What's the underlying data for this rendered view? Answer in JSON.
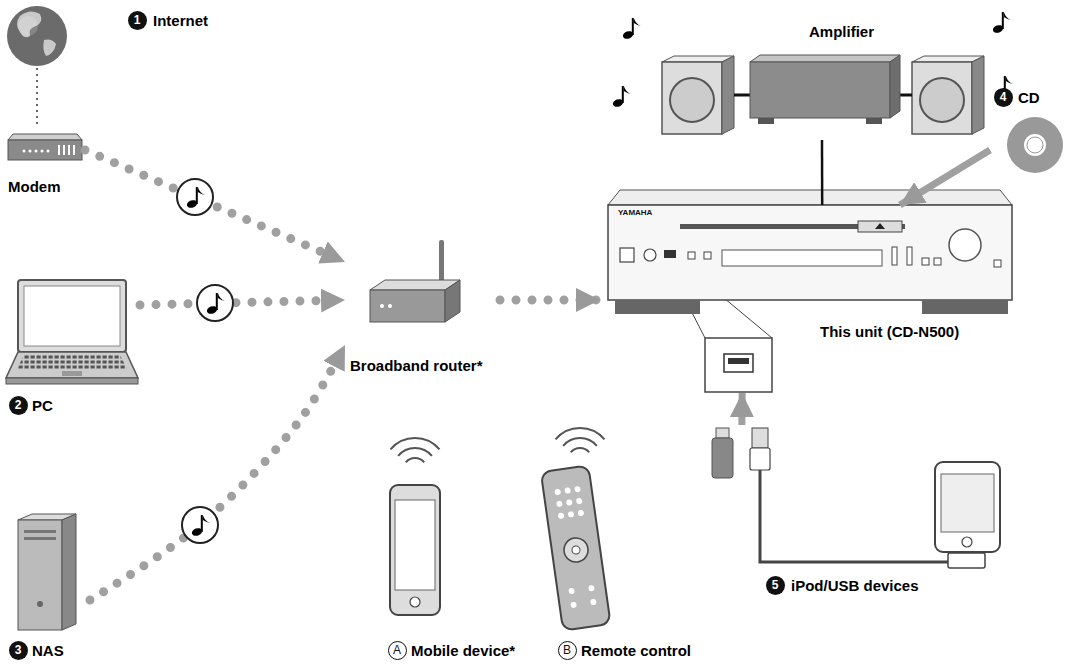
{
  "diagram": {
    "nodes": [
      {
        "text": [
          "Internet"
        ]
      },
      {
        "text": [
          "Modem"
        ]
      },
      {
        "text": [
          "PC"
        ]
      },
      {
        "text": [
          "NAS"
        ]
      },
      {
        "text": [
          "Broadband router*"
        ]
      },
      {
        "text": [
          "Mobile device*"
        ]
      },
      {
        "text": [
          "Remote control"
        ]
      },
      {
        "text": [
          "Amplifier"
        ]
      },
      {
        "text": [
          "This unit (CD-N500)"
        ]
      },
      {
        "text": [
          "CD"
        ]
      },
      {
        "text": [
          "iPod/USB devices"
        ]
      }
    ],
    "edges": [
      {
        "from": 0,
        "to": 1,
        "arrow": "none"
      },
      {
        "from": 1,
        "to": 4,
        "arrow": "to"
      },
      {
        "from": 2,
        "to": 4,
        "arrow": "to"
      },
      {
        "from": 3,
        "to": 4,
        "arrow": "to"
      },
      {
        "from": 4,
        "to": 8,
        "arrow": "to"
      },
      {
        "from": 7,
        "to": 8,
        "arrow": "none"
      },
      {
        "from": 9,
        "to": 8,
        "arrow": "to"
      },
      {
        "from": 10,
        "to": 8,
        "arrow": "to"
      }
    ],
    "labels": [
      "1",
      "2",
      "3",
      "4",
      "5",
      "A",
      "B",
      "YAMAHA"
    ]
  }
}
